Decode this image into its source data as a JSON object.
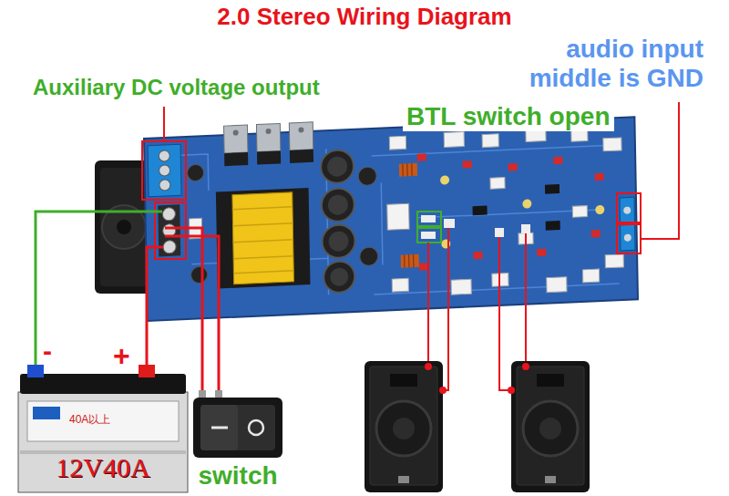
{
  "diagram": {
    "title": "2.0 Stereo Wiring Diagram",
    "nodes": [
      {
        "text": [
          "40A以上",
          "12V40A"
        ]
      },
      {
        "text": [
          "switch"
        ]
      }
    ],
    "labels": [
      "Auxiliary DC voltage output",
      "audio input middle is GND",
      "BTL switch open",
      "-",
      "+"
    ]
  }
}
